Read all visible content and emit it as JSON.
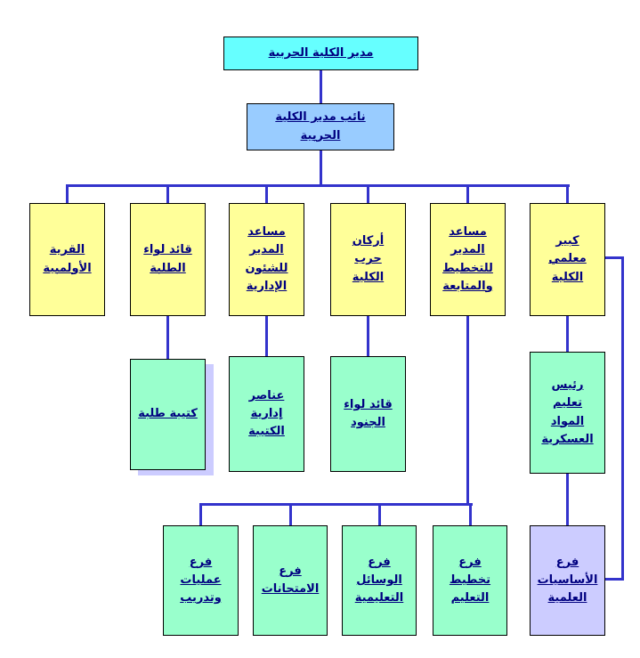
{
  "chart": {
    "type": "org-chart",
    "title": "مدير الكلية الحربية",
    "nodes": {
      "director": {
        "label": "مدير الكلية الحربية"
      },
      "deputy": {
        "label": "نائب مدير الكلية\nالحربية"
      },
      "olympic_village": {
        "label": "القرية\nالأولمبية"
      },
      "cadet_brigade": {
        "label": "قائد  لواء\nالطلبة"
      },
      "admin_assistant": {
        "label": "مساعد\nالمدير\nللشئون\nالإدارية"
      },
      "chief_of_staff": {
        "label": "أركان\nحرب\nالكلية"
      },
      "planning_assistant": {
        "label": "مساعد\nالمدير\nللتخطيط\nوالمتابعة"
      },
      "chief_instructor": {
        "label": "كبير\nمعلمي\nالكلية"
      },
      "cadet_battalion": {
        "label": "كتيبة طلبة"
      },
      "admin_elements": {
        "label": "عناصر\nإدارية\nالكتيبة"
      },
      "soldiers_brigade": {
        "label": "قائد لواء\nالجنود"
      },
      "military_subjects_head": {
        "label": "رئيس\nتعليم\nالمواد\nالعسكرية"
      },
      "ops_training_branch": {
        "label": "فرع\nعمليات\nوتدريب"
      },
      "exams_branch": {
        "label": "فرع\nالامتحانات"
      },
      "teaching_aids_branch": {
        "label": "فرع\nالوسائل\nالتعليمية"
      },
      "education_planning_branch": {
        "label": "فرع\nتخطيط\nالتعليم"
      },
      "scientific_basics_branch": {
        "label": "فرع\nالأساسيات\nالعلمية"
      }
    },
    "colors": {
      "director_fill": "#66ffff",
      "deputy_fill": "#99ccff",
      "level3_fill": "#ffff99",
      "level4_fill": "#99ffcc",
      "lavender_fill": "#ccccff",
      "line": "#3333cc",
      "text": "#000080"
    }
  }
}
